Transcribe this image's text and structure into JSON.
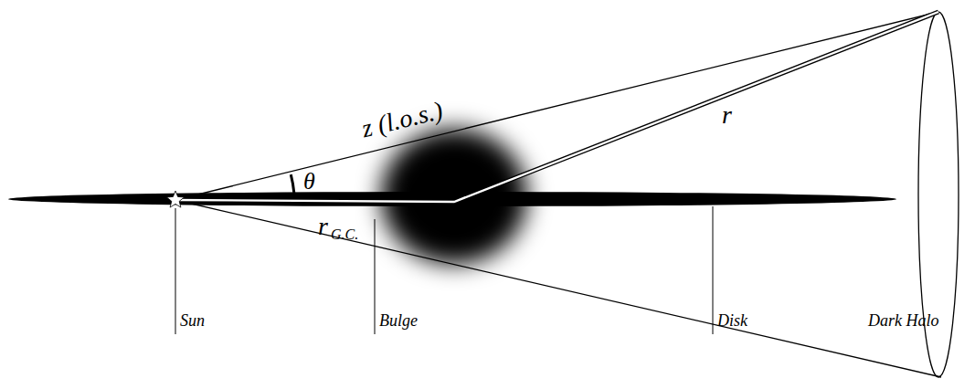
{
  "diagram": {
    "labels": [
      "z (l.o.s.)",
      "r",
      "θ",
      "r",
      "G.C.",
      "Sun",
      "Bulge",
      "Disk",
      "Dark Halo"
    ]
  }
}
